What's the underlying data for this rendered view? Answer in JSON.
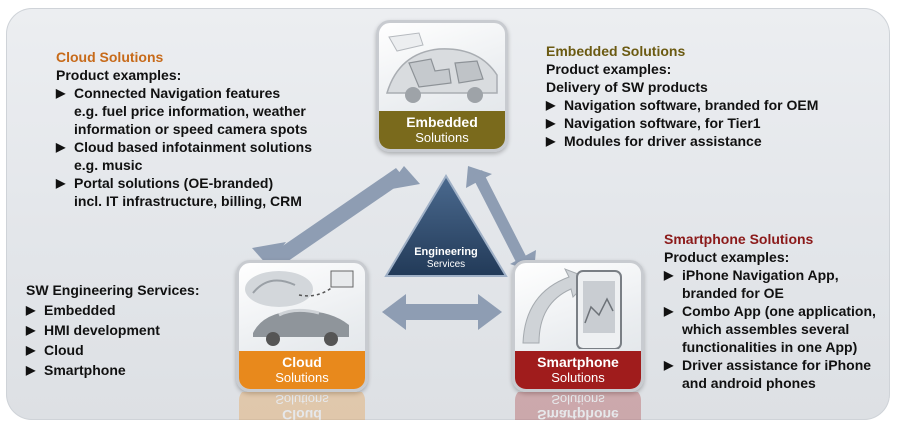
{
  "cloud_solutions": {
    "title": "Cloud Solutions",
    "subtitle": "Product examples:",
    "items": [
      {
        "line1": "Connected Navigation features",
        "line2": "e.g. fuel price information, weather",
        "line3": "information or speed camera spots"
      },
      {
        "line1": "Cloud based infotainment solutions",
        "line2": "e.g. music"
      },
      {
        "line1": "Portal solutions (OE-branded)",
        "line2": "incl. IT infrastructure, billing, CRM"
      }
    ]
  },
  "embedded_solutions": {
    "title": "Embedded Solutions",
    "subtitle": "Product examples:",
    "subtitle2": "Delivery of SW products",
    "items": [
      "Navigation software, branded for OEM",
      "Navigation software, for Tier1",
      "Modules for driver assistance"
    ]
  },
  "smartphone_solutions": {
    "title": "Smartphone Solutions",
    "subtitle": "Product examples:",
    "items": [
      {
        "line1": "iPhone Navigation App,",
        "line2": "branded for OE"
      },
      {
        "line1": "Combo App (one application,",
        "line2": "which assembles several",
        "line3": "functionalities in one App)"
      },
      {
        "line1": "Driver assistance for iPhone",
        "line2": "and android phones"
      }
    ]
  },
  "sw_engineering": {
    "title": "SW Engineering Services:",
    "items": [
      "Embedded",
      "HMI development",
      "Cloud",
      "Smartphone"
    ]
  },
  "tiles": {
    "embedded": {
      "line1": "Embedded",
      "line2": "Solutions",
      "color": "#7a6a1c",
      "icon": "car-puzzle-icon"
    },
    "cloud": {
      "line1": "Cloud",
      "line2": "Solutions",
      "color": "#e8891c",
      "icon": "cloud-car-icon"
    },
    "smartphone": {
      "line1": "Smartphone",
      "line2": "Solutions",
      "color": "#a01c1c",
      "icon": "smartphone-icon"
    }
  },
  "center": {
    "line1": "Engineering",
    "line2": "Services",
    "color": "#2f4a6b"
  },
  "colors": {
    "arrow": "#8e9db3"
  }
}
